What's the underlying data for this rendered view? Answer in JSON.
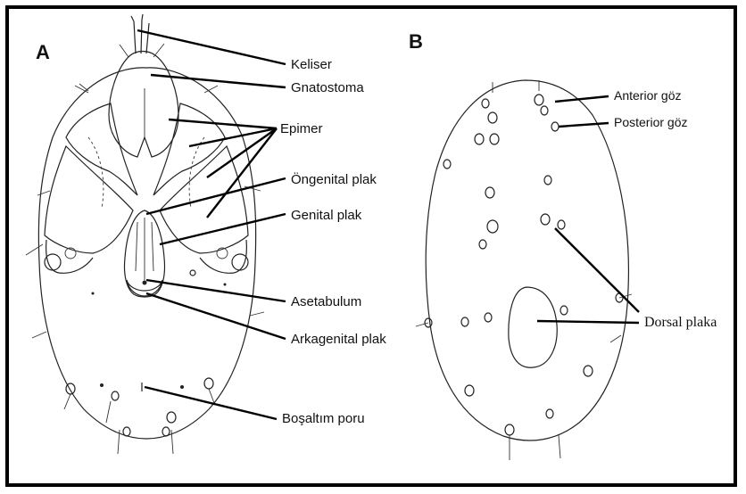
{
  "panels": {
    "a": {
      "letter": "A"
    },
    "b": {
      "letter": "B"
    }
  },
  "labels_a": {
    "keliser": "Keliser",
    "gnatostoma": "Gnatostoma",
    "epimer": "Epimer",
    "ongenital_plak": "Öngenital plak",
    "genital_plak": "Genital plak",
    "asetabulum": "Asetabulum",
    "arkagenital_plak": "Arkagenital plak",
    "bosaltim_poru": "Boşaltım poru"
  },
  "labels_b": {
    "anterior_goz": "Anterior göz",
    "posterior_goz": "Posterior göz",
    "dorsal_plaka": "Dorsal plaka"
  },
  "colors": {
    "ink": "#222222",
    "frame": "#000000",
    "background": "#ffffff"
  }
}
